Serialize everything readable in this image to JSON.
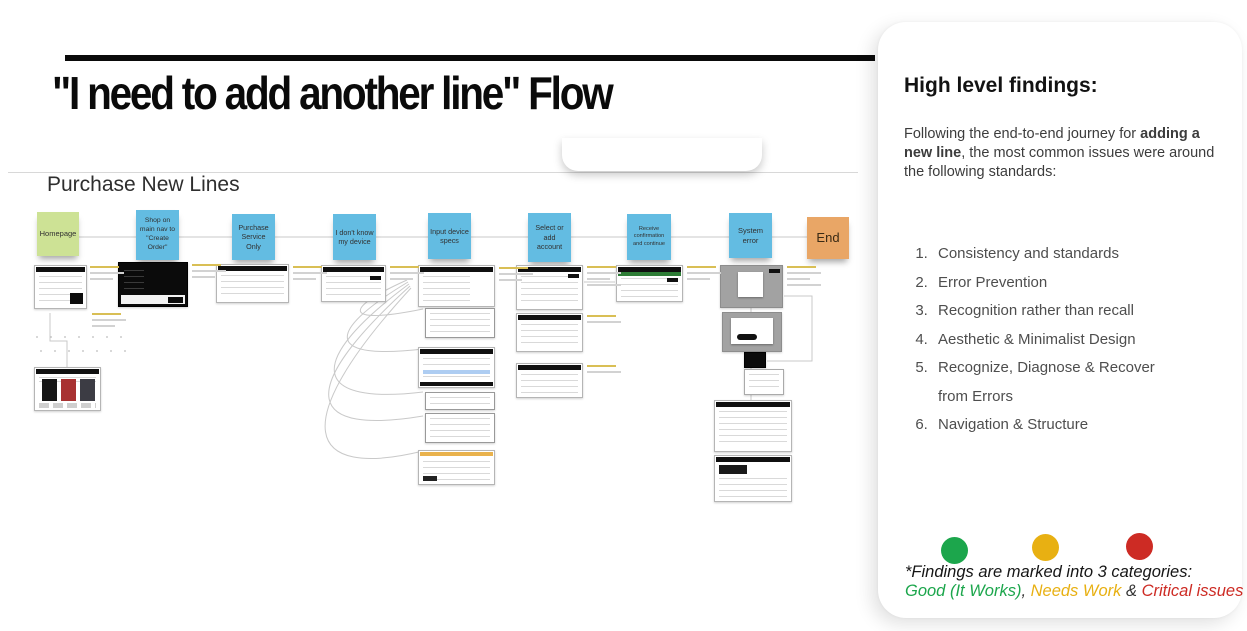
{
  "page": {
    "title": "\"I need to add another line\" Flow"
  },
  "flow": {
    "section_title": "Purchase New Lines",
    "steps": [
      {
        "label": "Homepage",
        "color": "#cde295"
      },
      {
        "label": "Shop on main nav to \"Create Order\"",
        "color": "#63bce2"
      },
      {
        "label": "Purchase Service Only",
        "color": "#63bce2"
      },
      {
        "label": "I don't know my device",
        "color": "#63bce2"
      },
      {
        "label": "Input device specs",
        "color": "#63bce2"
      },
      {
        "label": "Select or add account",
        "color": "#63bce2"
      },
      {
        "label": "Receive confirmation and continue",
        "color": "#63bce2"
      },
      {
        "label": "System error",
        "color": "#63bce2"
      },
      {
        "label": "End",
        "color": "#e9a666"
      }
    ]
  },
  "findings": {
    "heading": "High level findings:",
    "intro": {
      "part1": "Following the end-to-end journey for ",
      "bold": "adding a new line",
      "part2": ", the most common  issues were around the following standards:"
    },
    "items": [
      "Consistency and standards",
      "Error Prevention",
      "Recognition rather than recall",
      "Aesthetic & Minimalist Design",
      "Recognize, Diagnose & Recover from Errors",
      "Navigation & Structure"
    ],
    "legend": {
      "note": "*Findings are marked into 3 categories:",
      "separator1": ", ",
      "separator2": " & ",
      "categories": [
        {
          "label": "Good (It Works)",
          "color": "#1ca64c"
        },
        {
          "label": "Needs Work",
          "color": "#e8b012"
        },
        {
          "label": "Critical issues",
          "color": "#cd2b24"
        }
      ]
    }
  }
}
